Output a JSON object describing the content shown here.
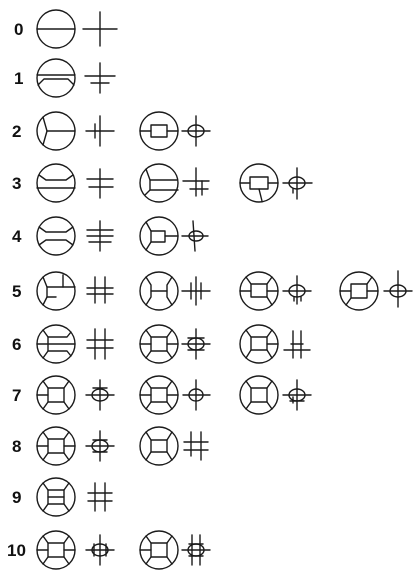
{
  "rows": [
    {
      "label": "0",
      "groups": [
        {
          "circle": "c0",
          "cross": "x0"
        }
      ]
    },
    {
      "label": "1",
      "groups": [
        {
          "circle": "c1",
          "cross": "x1"
        }
      ]
    },
    {
      "label": "2",
      "groups": [
        {
          "circle": "c2a",
          "cross": "x2a"
        },
        {
          "circle": "c2b",
          "cross": "x2b"
        }
      ]
    },
    {
      "label": "3",
      "groups": [
        {
          "circle": "c3a",
          "cross": "x3a"
        },
        {
          "circle": "c3b",
          "cross": "x3b"
        },
        {
          "circle": "c3c",
          "cross": "x3c"
        }
      ]
    },
    {
      "label": "4",
      "groups": [
        {
          "circle": "c4a",
          "cross": "x4a"
        },
        {
          "circle": "c4b",
          "cross": "x4b"
        }
      ]
    },
    {
      "label": "5",
      "groups": [
        {
          "circle": "c5a",
          "cross": "x5a"
        },
        {
          "circle": "c5b",
          "cross": "x5b"
        },
        {
          "circle": "c5c",
          "cross": "x5c"
        },
        {
          "circle": "c5d",
          "cross": "x5d"
        }
      ]
    },
    {
      "label": "6",
      "groups": [
        {
          "circle": "c6a",
          "cross": "x6a"
        },
        {
          "circle": "c6b",
          "cross": "x6b"
        },
        {
          "circle": "c6c",
          "cross": "x6c"
        }
      ]
    },
    {
      "label": "7",
      "groups": [
        {
          "circle": "c7a",
          "cross": "x7a"
        },
        {
          "circle": "c7b",
          "cross": "x7b"
        },
        {
          "circle": "c7c",
          "cross": "x7c"
        }
      ]
    },
    {
      "label": "8",
      "groups": [
        {
          "circle": "c8a",
          "cross": "x8a"
        },
        {
          "circle": "c8b",
          "cross": "x8b"
        }
      ]
    },
    {
      "label": "9",
      "groups": [
        {
          "circle": "c9",
          "cross": "x9"
        }
      ]
    },
    {
      "label": "10",
      "groups": [
        {
          "circle": "c10a",
          "cross": "x10a"
        },
        {
          "circle": "c10b",
          "cross": "x10b"
        }
      ]
    }
  ]
}
